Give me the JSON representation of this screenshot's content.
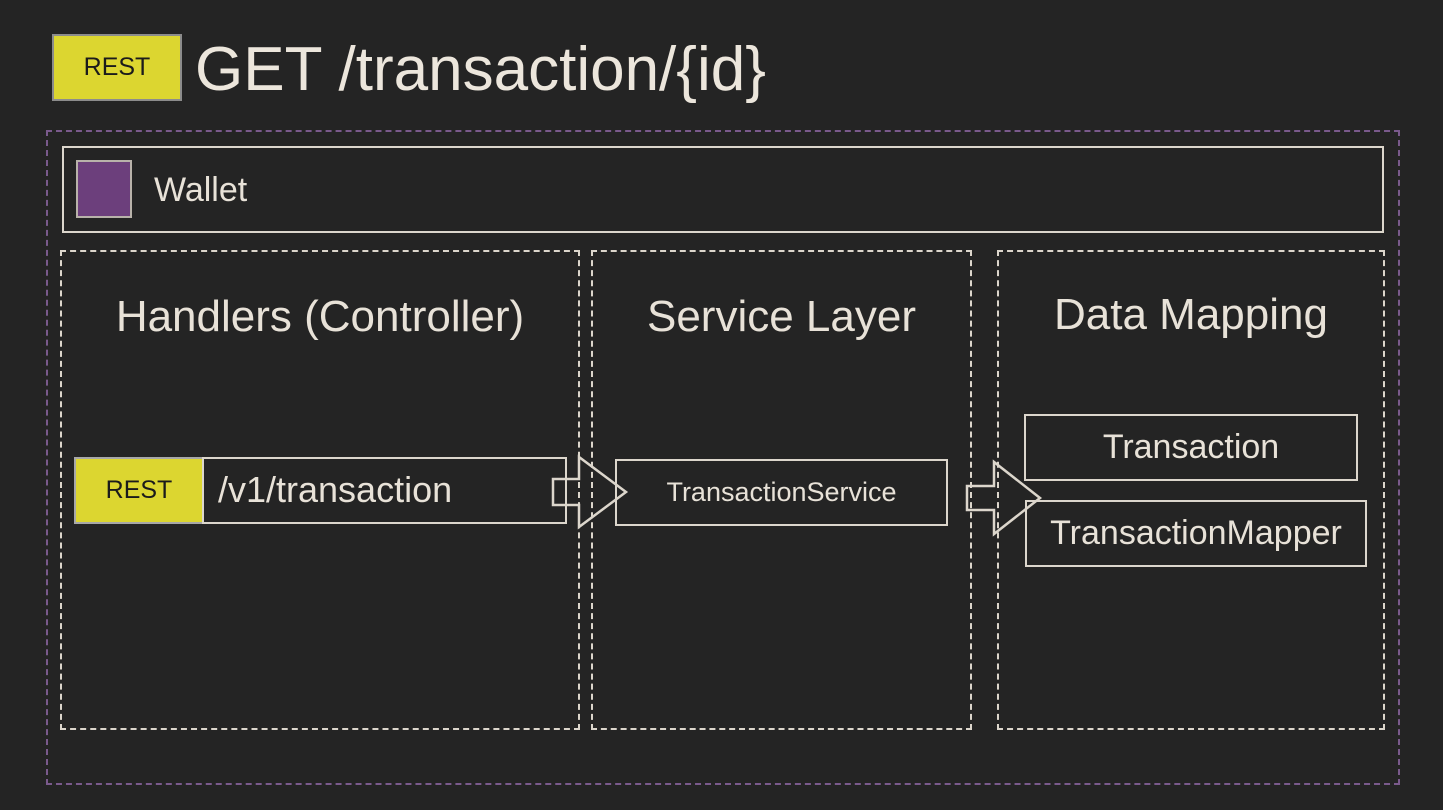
{
  "header": {
    "badge": "REST",
    "title": "GET /transaction/{id}"
  },
  "wallet": {
    "label": "Wallet",
    "swatch_color": "#6c3f7c"
  },
  "layers": [
    {
      "title": "Handlers (Controller)",
      "endpoint": {
        "badge": "REST",
        "path": "/v1/transaction"
      }
    },
    {
      "title": "Service Layer",
      "component": "TransactionService"
    },
    {
      "title": "Data Mapping",
      "components": [
        "Transaction",
        "TransactionMapper"
      ]
    }
  ],
  "colors": {
    "background": "#242424",
    "rest_badge": "#dcd630",
    "outer_frame": "#7a5a8c",
    "line": "#dcd6cc"
  }
}
